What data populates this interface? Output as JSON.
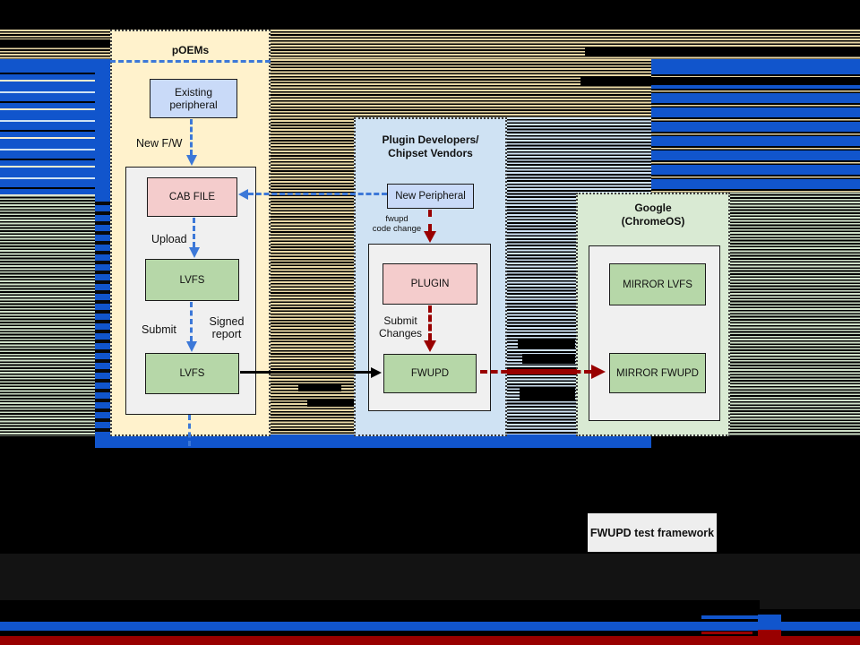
{
  "colors": {
    "background": "#000000",
    "glitch_blue_bar": "#1155cc",
    "glitch_dark_red_bar": "#990000",
    "glitch_tan_stripe": "#e9d8a6",
    "poems_panel_fill": "#fff2cc",
    "plugin_panel_fill": "#cfe2f3",
    "google_panel_fill": "#d9ead3",
    "peripheral_box_fill": "#c9daf8",
    "cab_plugin_box_fill": "#f4cccc",
    "lvfs_fwupd_box_fill": "#b6d7a8",
    "inner_box_fill": "#f0f0f0",
    "blue_arrow": "#3c78d8",
    "red_arrow": "#990000",
    "black_arrow": "#000000",
    "test_framework_fill": "#eeeeee"
  },
  "poems_panel": {
    "title": "pOEMs",
    "existing_peripheral": [
      "Existing",
      "peripheral"
    ],
    "new_fw_label": "New F/W",
    "cab_file": "CAB FILE",
    "upload_label": "Upload",
    "lvfs_upper": "LVFS",
    "submit_label": "Submit",
    "signed_report": [
      "Signed",
      "report"
    ],
    "lvfs_lower": "LVFS"
  },
  "plugin_panel": {
    "title": [
      "Plugin Developers/",
      "Chipset Vendors"
    ],
    "new_peripheral": "New Peripheral",
    "fwupd_code_change": [
      "fwupd",
      "code change"
    ],
    "plugin": "PLUGIN",
    "submit_changes": [
      "Submit",
      "Changes"
    ],
    "fwupd": "FWUPD"
  },
  "google_panel": {
    "title": [
      "Google",
      "(ChromeOS)"
    ],
    "mirror_lvfs": "MIRROR LVFS",
    "mirror_fwupd": "MIRROR FWUPD"
  },
  "test_framework": {
    "label": "FWUPD test framework"
  }
}
